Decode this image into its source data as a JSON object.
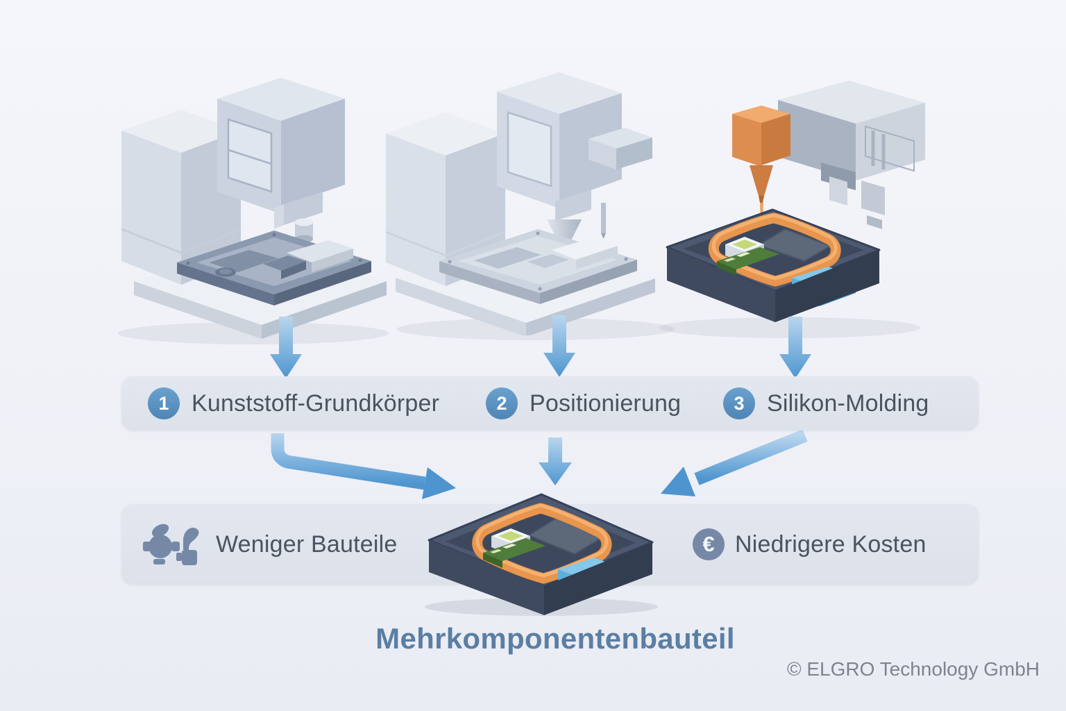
{
  "steps": {
    "items": [
      {
        "number": "1",
        "label": "Kunststoff-Grundkörper"
      },
      {
        "number": "2",
        "label": "Positionierung"
      },
      {
        "number": "3",
        "label": "Silikon-Molding"
      }
    ]
  },
  "benefits": {
    "items": [
      {
        "icon": "components-icon",
        "label": "Weniger Bauteile"
      },
      {
        "icon": "euro-coin-icon",
        "symbol": "€",
        "label": "Niedrigere Kosten"
      }
    ]
  },
  "result": {
    "title": "Mehrkomponentenbauteil"
  },
  "footer": {
    "copyright": "© ELGRO Technology GmbH"
  },
  "colors": {
    "step_badge_blue": "#5b93c4",
    "arrow_blue": "#4f96d0",
    "silicone_orange": "#e8954d",
    "bar_background": "#e0e4ed",
    "label_text": "#4a535f",
    "title_blue": "#5b7ea3",
    "copyright_gray": "#7e838d",
    "icon_slate": "#7589a7",
    "foam_blue": "#5cb0dd",
    "pcb_green": "#4f7d3b"
  }
}
